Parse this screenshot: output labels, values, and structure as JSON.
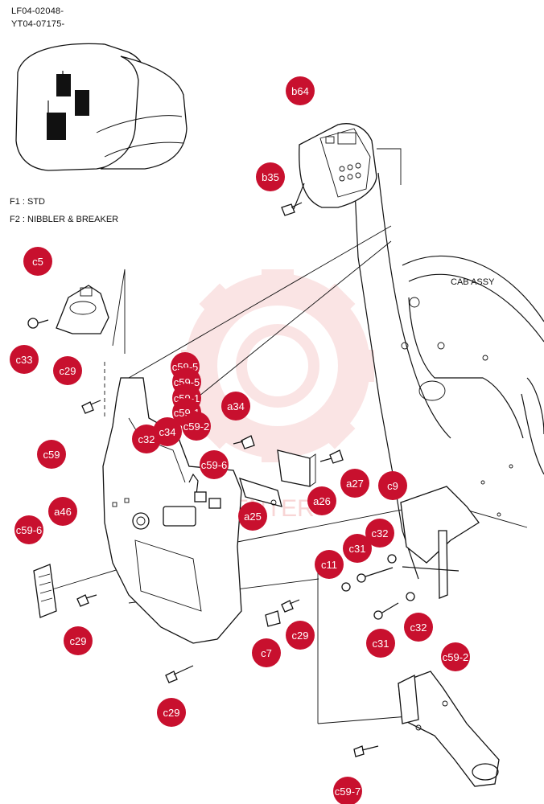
{
  "header": {
    "code_line_1": "LF04-02048-",
    "code_line_2": "YT04-07175-"
  },
  "legend": {
    "f1": "F1 : STD",
    "f2": "F2 : NIBBLER & BREAKER"
  },
  "assembly_label": "CAB ASSY",
  "watermark_text": "VENTER",
  "colors": {
    "callout_fill": "#c8102e",
    "callout_text": "#ffffff",
    "line": "#111111",
    "watermark": "#f3b3b3"
  },
  "callouts": [
    {
      "id": "b64",
      "label": "b64"
    },
    {
      "id": "b35",
      "label": "b35"
    },
    {
      "id": "c5",
      "label": "c5"
    },
    {
      "id": "c33",
      "label": "c33"
    },
    {
      "id": "c29-a",
      "label": "c29"
    },
    {
      "id": "c59-5-a",
      "label": "c59-5"
    },
    {
      "id": "c59-5-b",
      "label": "c59-5"
    },
    {
      "id": "c59-1-a",
      "label": "c59-1"
    },
    {
      "id": "c59-1-b",
      "label": "c59-1"
    },
    {
      "id": "c59-2-a",
      "label": "c59-2"
    },
    {
      "id": "a34",
      "label": "a34"
    },
    {
      "id": "c32-a",
      "label": "c32"
    },
    {
      "id": "c34",
      "label": "c34"
    },
    {
      "id": "c59-a",
      "label": "c59"
    },
    {
      "id": "c59-6-a",
      "label": "c59-6"
    },
    {
      "id": "a27",
      "label": "a27"
    },
    {
      "id": "c9",
      "label": "c9"
    },
    {
      "id": "a26",
      "label": "a26"
    },
    {
      "id": "a25",
      "label": "a25"
    },
    {
      "id": "a46",
      "label": "a46"
    },
    {
      "id": "c59-6-b",
      "label": "c59-6"
    },
    {
      "id": "c32-b",
      "label": "c32"
    },
    {
      "id": "c31-a",
      "label": "c31"
    },
    {
      "id": "c11",
      "label": "c11"
    },
    {
      "id": "c29-b",
      "label": "c29"
    },
    {
      "id": "c7",
      "label": "c7"
    },
    {
      "id": "c29-c",
      "label": "c29"
    },
    {
      "id": "c31-b",
      "label": "c31"
    },
    {
      "id": "c32-c",
      "label": "c32"
    },
    {
      "id": "c59-2-b",
      "label": "c59-2"
    },
    {
      "id": "c29-d",
      "label": "c29"
    },
    {
      "id": "c59-7",
      "label": "c59-7"
    }
  ]
}
